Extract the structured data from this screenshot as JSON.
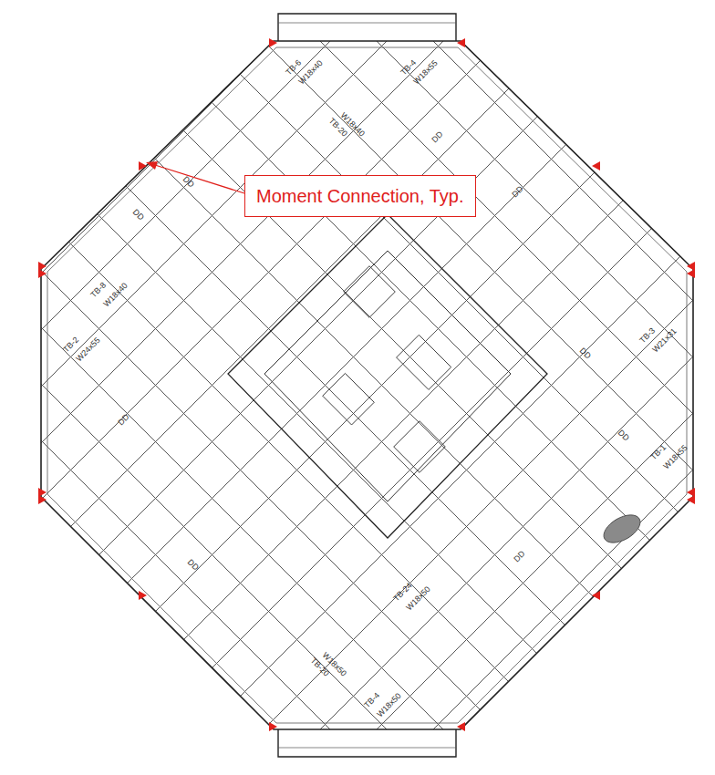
{
  "diagram": {
    "nodes": [
      {
        "text": [
          "Moment Connection, Typ."
        ]
      }
    ],
    "labels": [
      "TB-6",
      "W18x40",
      "TB-4",
      "W18x55",
      "TB-20",
      "W18x40",
      "TB-8",
      "W18x40",
      "TB-2",
      "W24x55",
      "TB-3",
      "W21x31",
      "TB-1",
      "W18x55",
      "TB-20",
      "W18x50",
      "TB-4",
      "W18x50",
      "TB-24",
      "W18x50",
      "DD",
      "DD",
      "DD",
      "DD",
      "DD",
      "DD",
      "DD",
      "DD",
      "DD"
    ]
  }
}
